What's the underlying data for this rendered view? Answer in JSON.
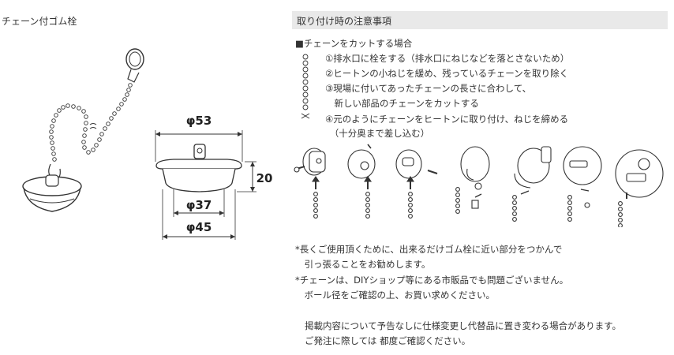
{
  "product": {
    "title": "チェーン付ゴム栓",
    "dimensions": {
      "top_diameter": "φ53",
      "height": "20",
      "bottom_diameter": "φ37",
      "middle_diameter": "φ45"
    }
  },
  "notice": {
    "header": "取り付け時の注意事項",
    "section_title": "■チェーンをカットする場合",
    "steps": [
      "①排水口に栓をする（排水口にねじなどを落とさないため）",
      "②ヒートンの小ねじを緩め、残っているチェーンを取り除く",
      "③現場に付いてあったチェーンの長さに合わして、",
      "　新しい部品のチェーンをカットする",
      "④元のようにチェーンをヒートンに取り付け、ねじを締める",
      "　（十分奥まで差し込む）"
    ],
    "tips": [
      "*長くご使用頂くために、出来るだけゴム栓に近い部分をつかんで",
      "　引っ張ることをお勧めします。",
      "*チェーンは、DIYショップ等にある市販品でも問題ございません。",
      "　ボール径をご確認の上、お買い求めください。"
    ],
    "disclaimer": [
      "掲載内容について予告なしに仕様変更し代替品に置き変わる場合があります。",
      "ご発注に際しては 都度ご確認ください。"
    ]
  }
}
